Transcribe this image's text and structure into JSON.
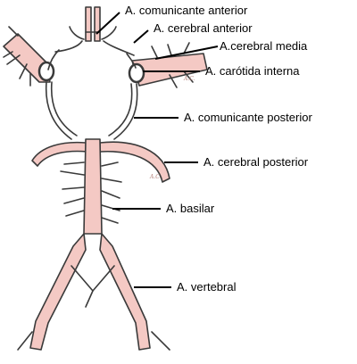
{
  "labels": {
    "comunicante_anterior": "A. comunicante anterior",
    "cerebral_anterior": "A. cerebral anterior",
    "cerebral_media": "A.cerebral media",
    "carotida_interna": "A. carótida interna",
    "comunicante_posterior": "A. comunicante posterior",
    "cerebral_posterior": "A. cerebral posterior",
    "basilar": "A. basilar",
    "vertebral": "A. vertebral"
  },
  "colors": {
    "artery_fill": "#f4c9c4",
    "outline": "#3a3a3a",
    "label_text": "#000000"
  }
}
